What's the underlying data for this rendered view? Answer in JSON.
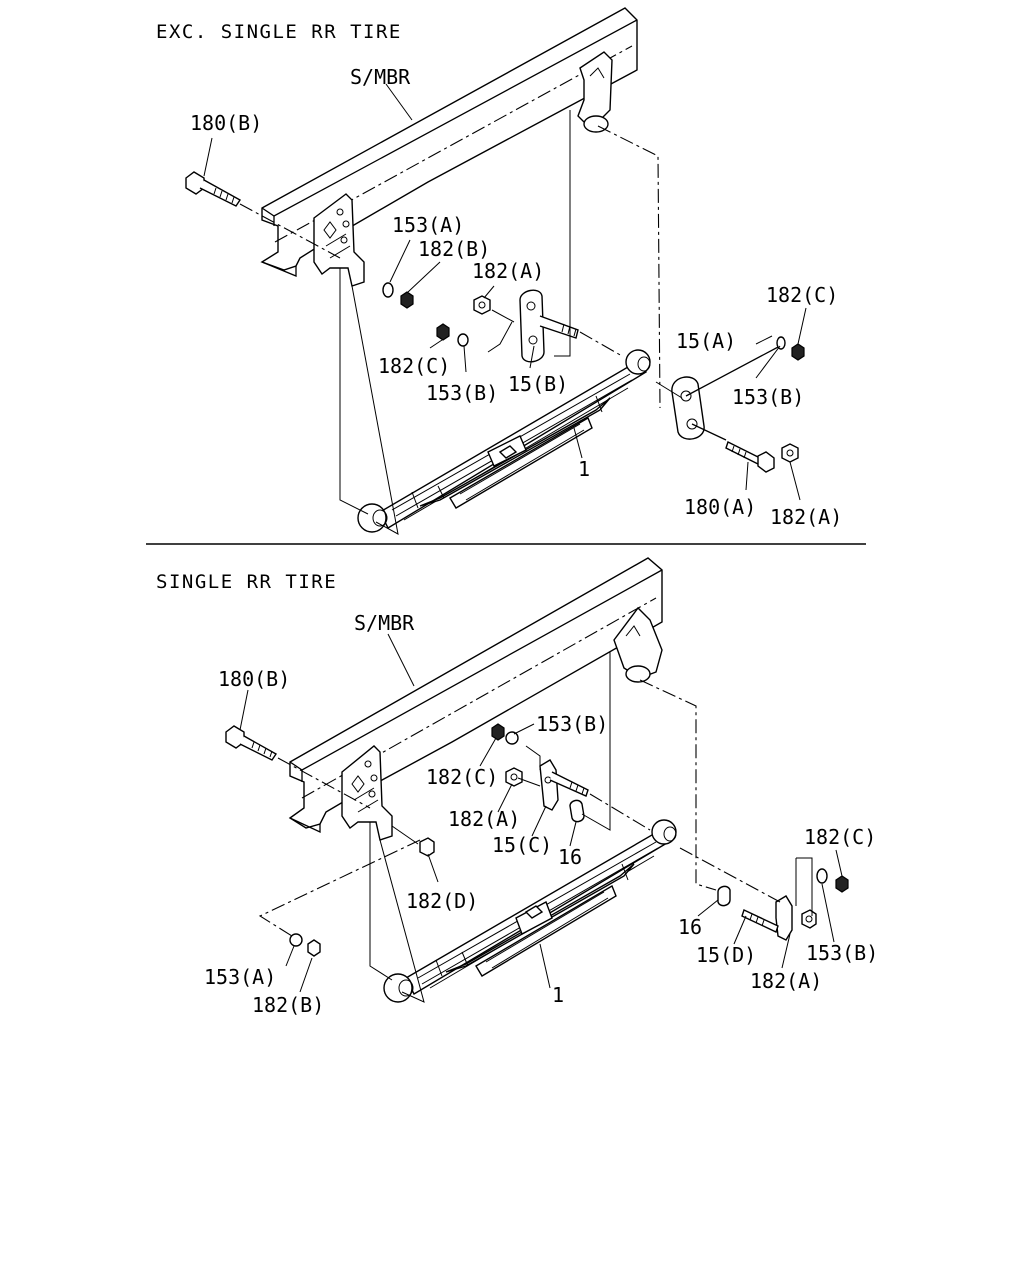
{
  "sections": [
    {
      "title": "EXC. SINGLE RR TIRE",
      "labels": {
        "frame": "S/MBR",
        "bolt_front": "180(B)",
        "washer_a": "153(A)",
        "nut_b": "182(B)",
        "nut_a": "182(A)",
        "nut_c_left": "182(C)",
        "washer_b_left": "153(B)",
        "shackle_b": "15(B)",
        "shackle_a": "15(A)",
        "nut_c_right": "182(C)",
        "washer_b_right": "153(B)",
        "spring": "1",
        "bolt_rear": "180(A)",
        "nut_a_rear": "182(A)"
      }
    },
    {
      "title": "SINGLE RR TIRE",
      "labels": {
        "frame": "S/MBR",
        "bolt_front": "180(B)",
        "washer_b_top": "153(B)",
        "nut_c_top": "182(C)",
        "nut_a_top": "182(A)",
        "shackle_c": "15(C)",
        "bushing_top": "16",
        "nut_d": "182(D)",
        "washer_a": "153(A)",
        "nut_b": "182(B)",
        "spring": "1",
        "nut_c_right": "182(C)",
        "bushing_right": "16",
        "shackle_d": "15(D)",
        "washer_b_right": "153(B)",
        "nut_a_right": "182(A)"
      }
    }
  ]
}
